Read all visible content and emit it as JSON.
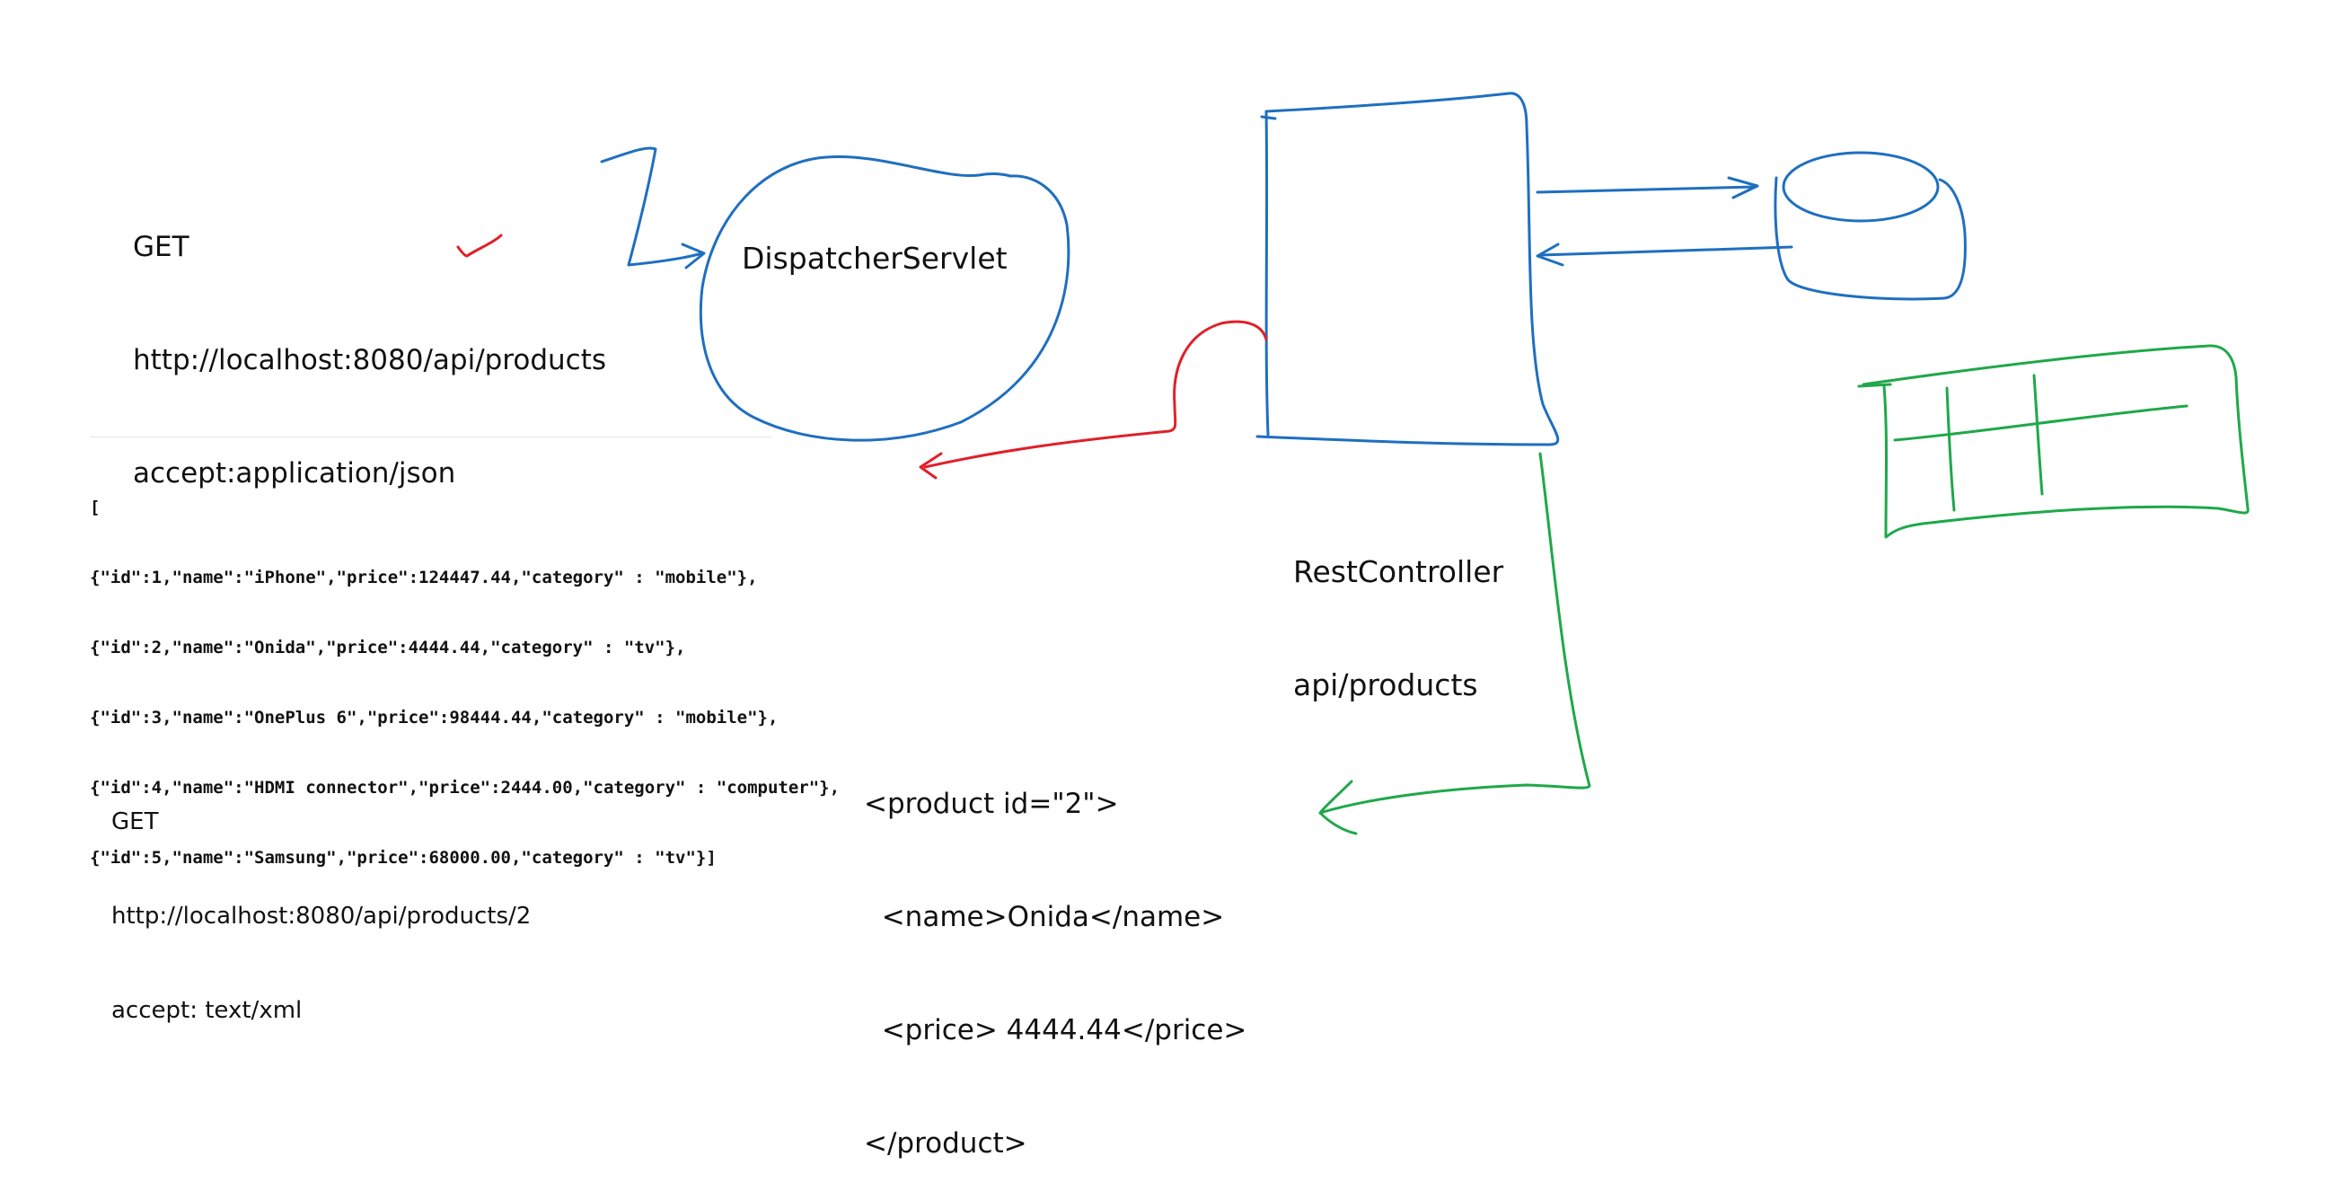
{
  "request_json": {
    "method": "GET",
    "url": "http://localhost:8080/api/products",
    "accept": "accept:application/json"
  },
  "dispatcher": {
    "label": "DispatcherServlet"
  },
  "controller": {
    "label": "RestController",
    "path": "api/products"
  },
  "json_response": [
    "[",
    "{\"id\":1,\"name\":\"iPhone\",\"price\":124447.44,\"category\" : \"mobile\"},",
    "{\"id\":2,\"name\":\"Onida\",\"price\":4444.44,\"category\" : \"tv\"},",
    "{\"id\":3,\"name\":\"OnePlus 6\",\"price\":98444.44,\"category\" : \"mobile\"},",
    "{\"id\":4,\"name\":\"HDMI connector\",\"price\":2444.00,\"category\" : \"computer\"},",
    "{\"id\":5,\"name\":\"Samsung\",\"price\":68000.00,\"category\" : \"tv\"}]"
  ],
  "request_xml": {
    "method": "GET",
    "url": "http://localhost:8080/api/products/2",
    "accept": "accept: text/xml"
  },
  "xml_response": [
    "<product id=\"2\">",
    "  <name>Onida</name>",
    "  <price> 4444.44</price>",
    "</product>"
  ],
  "colors": {
    "blue": "#1f6fc0",
    "red": "#e0202a",
    "green": "#1fa84a"
  }
}
